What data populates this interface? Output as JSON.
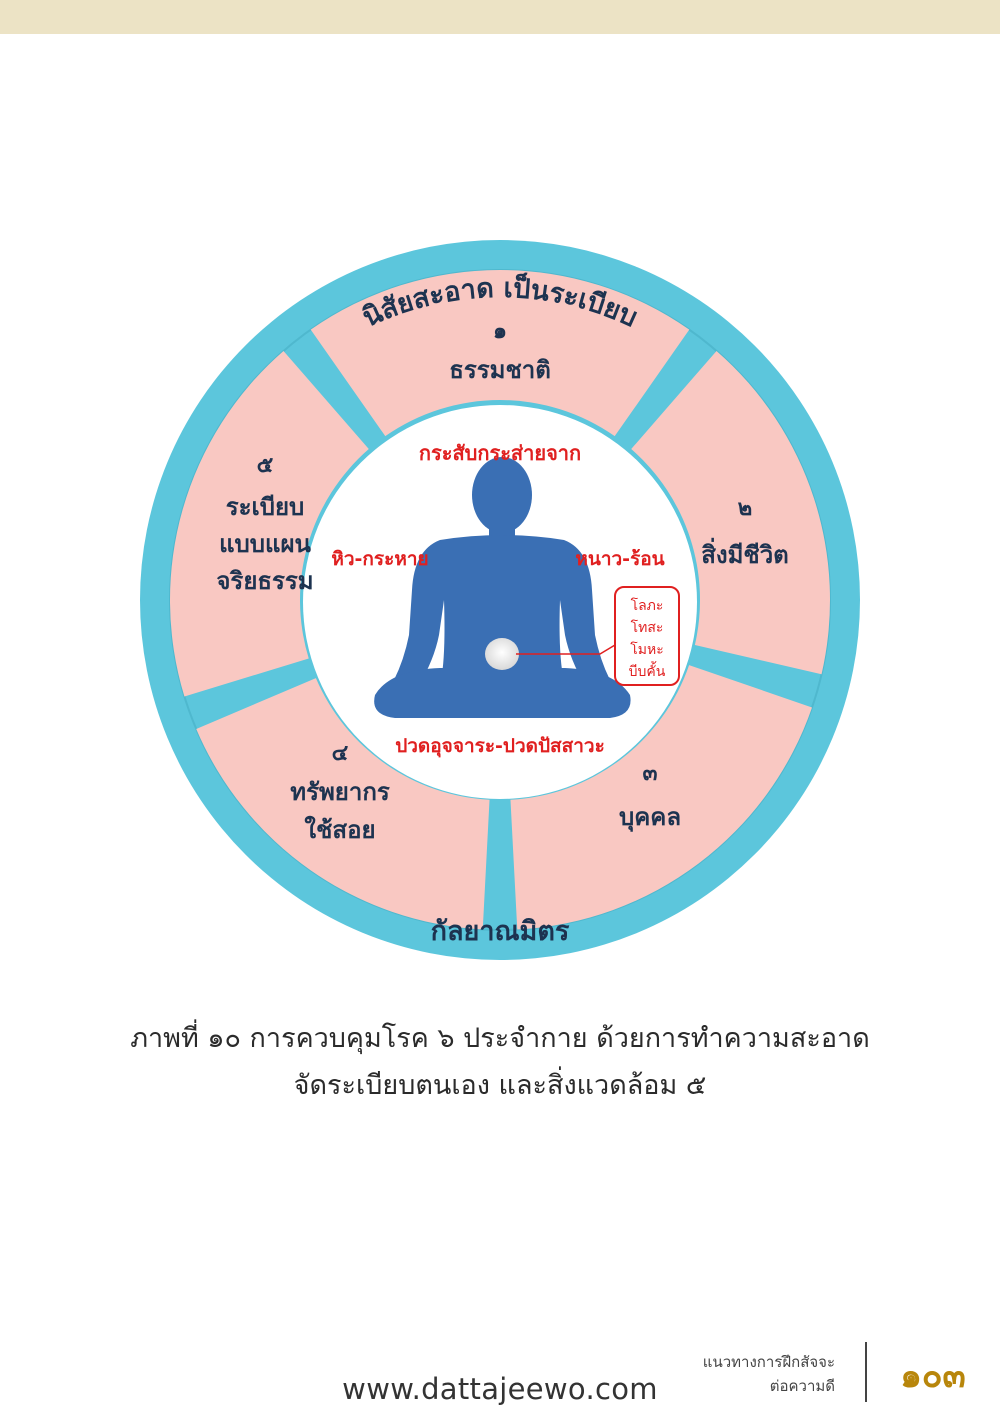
{
  "diagram": {
    "outer_ring_top_label": "นิสัยสะอาด เป็นระเบียบ",
    "outer_ring_bottom_label": "กัลยาณมิตร",
    "segments": [
      {
        "number": "๑",
        "title": "ธรรมชาติ"
      },
      {
        "number": "๒",
        "title": "สิ่งมีชีวิต"
      },
      {
        "number": "๓",
        "title": "บุคคล"
      },
      {
        "number": "๔",
        "title_line1": "ทรัพยากร",
        "title_line2": "ใช้สอย"
      },
      {
        "number": "๕",
        "title_line1": "ระเบียบ",
        "title_line2": "แบบแผน",
        "title_line3": "จริยธรรม"
      }
    ],
    "center": {
      "top": "กระสับกระส่ายจาก",
      "left": "หิว-กระหาย",
      "right": "หนาว-ร้อน",
      "bottom": "ปวดอุจจาระ-ปวดปัสสาวะ",
      "callout": [
        "โลภะ",
        "โทสะ",
        "โมหะ",
        "บีบคั้น"
      ]
    },
    "colors": {
      "ring": "#5cc6dc",
      "segment": "#f9c8c2",
      "figure": "#3a6fb4",
      "accent_red": "#e02020",
      "dark_text": "#1d3350"
    }
  },
  "caption": {
    "line1": "ภาพที่ ๑๐ การควบคุมโรค ๖ ประจำกาย ด้วยการทำความสะอาด",
    "line2": "จัดระเบียบตนเอง และสิ่งแวดล้อม ๕"
  },
  "footer": {
    "website": "www.dattajeewo.com",
    "book_title_line1": "แนวทางการฝึกสัจจะ",
    "book_title_line2": "ต่อความดี",
    "page_number": "๑๐๓"
  }
}
